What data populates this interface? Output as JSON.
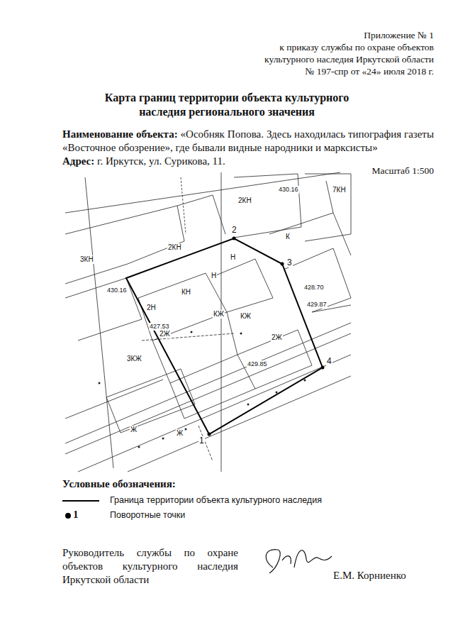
{
  "diagram": {
    "title": "Карта границ территории объекта культурного наследия регионального значения",
    "labels": [
      "Приложение № 1",
      "к приказу службы по охране объектов",
      "культурного наследия Иркутской области",
      "№ 197-спр от «24» июля 2018 г.",
      "Наименование объекта:",
      "«Особняк Попова. Здесь находилась типография газеты «Восточное обозрение», где бывали видные народники и марксисты»",
      "Адрес:",
      "г. Иркутск, ул. Сурикова, 11.",
      "Масштаб 1:500",
      "Условные обозначения:",
      "1",
      "Руководитель службы по охране объектов культурного наследия Иркутской области",
      "Е.М. Корниенко",
      "2КН",
      "7КН",
      "2КН",
      "3КН",
      "КН",
      "2Н",
      "Н",
      "Н",
      "К",
      "КЖ",
      "КЖ",
      "2Ж",
      "3КЖ",
      "2Ж",
      "Ж",
      "Ж",
      "1",
      "2",
      "3",
      "4",
      "428.70",
      "429.87",
      "430.16",
      "427.53",
      "429.85",
      "430.16"
    ],
    "legend": [
      {
        "text": "Граница территории объекта культурного наследия"
      },
      {
        "text": "Поворотные точки"
      }
    ]
  }
}
